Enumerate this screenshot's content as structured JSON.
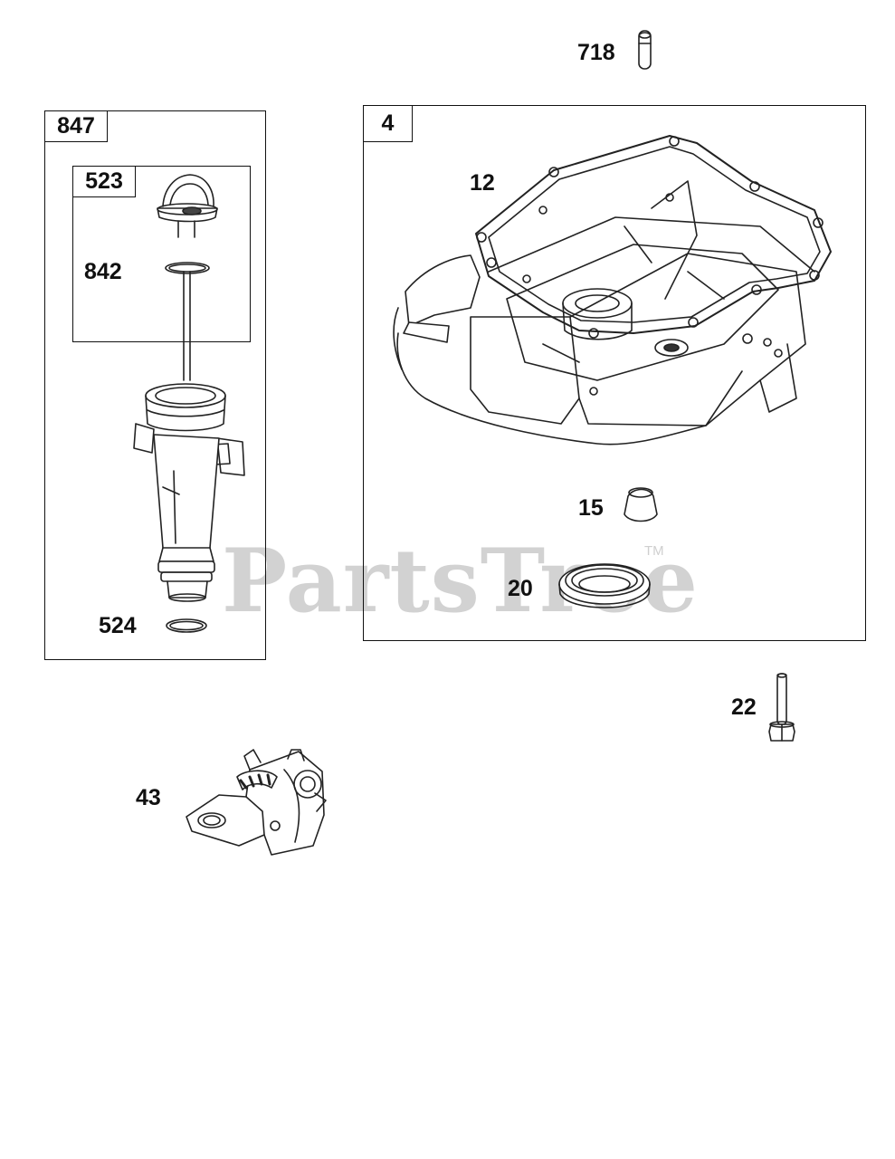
{
  "watermark": {
    "text": "PartsTree",
    "tm": "TM"
  },
  "groups": {
    "g847": {
      "label": "847"
    },
    "g523": {
      "label": "523"
    },
    "g4": {
      "label": "4"
    }
  },
  "callouts": {
    "c718": "718",
    "c12": "12",
    "c842": "842",
    "c15": "15",
    "c20": "20",
    "c524": "524",
    "c22": "22",
    "c43": "43"
  }
}
